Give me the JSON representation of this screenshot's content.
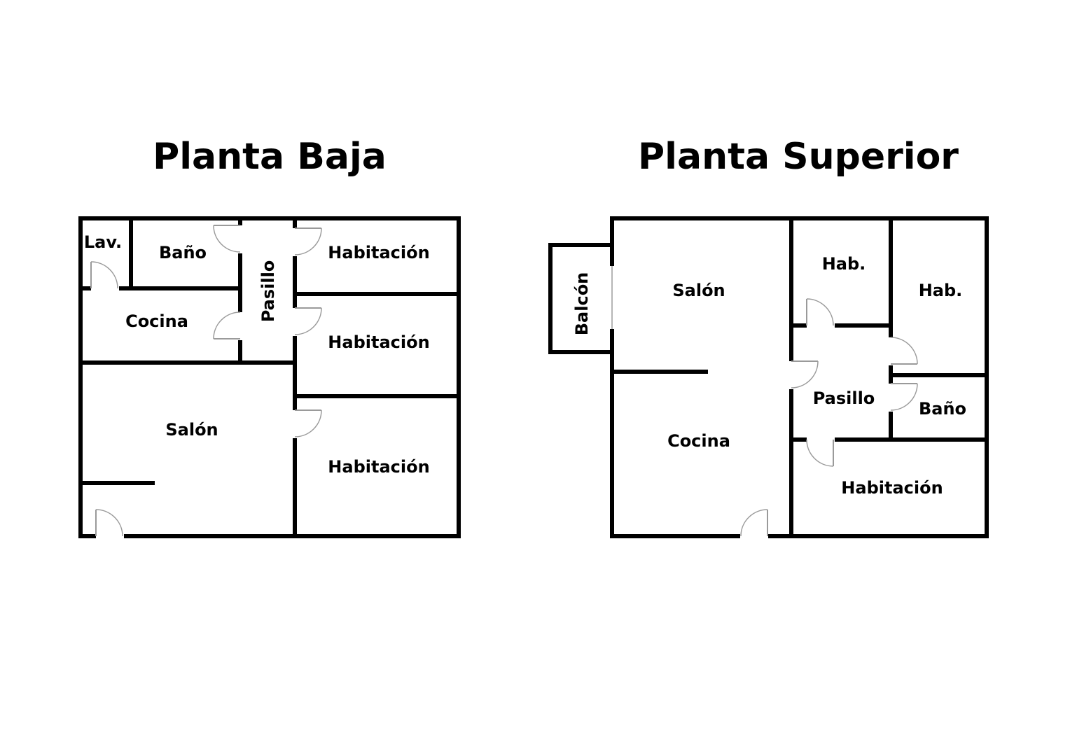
{
  "floors": {
    "ground": {
      "title": "Planta Baja",
      "rooms": {
        "lav": "Lav.",
        "bano": "Baño",
        "pasillo": "Pasillo",
        "habitacion_1": "Habitación",
        "cocina": "Cocina",
        "habitacion_2": "Habitación",
        "salon": "Salón",
        "habitacion_3": "Habitación"
      }
    },
    "upper": {
      "title": "Planta Superior",
      "rooms": {
        "balcon": "Balcón",
        "salon": "Salón",
        "hab_1": "Hab.",
        "hab_2": "Hab.",
        "pasillo": "Pasillo",
        "bano": "Baño",
        "cocina": "Cocina",
        "habitacion": "Habitación"
      }
    }
  }
}
